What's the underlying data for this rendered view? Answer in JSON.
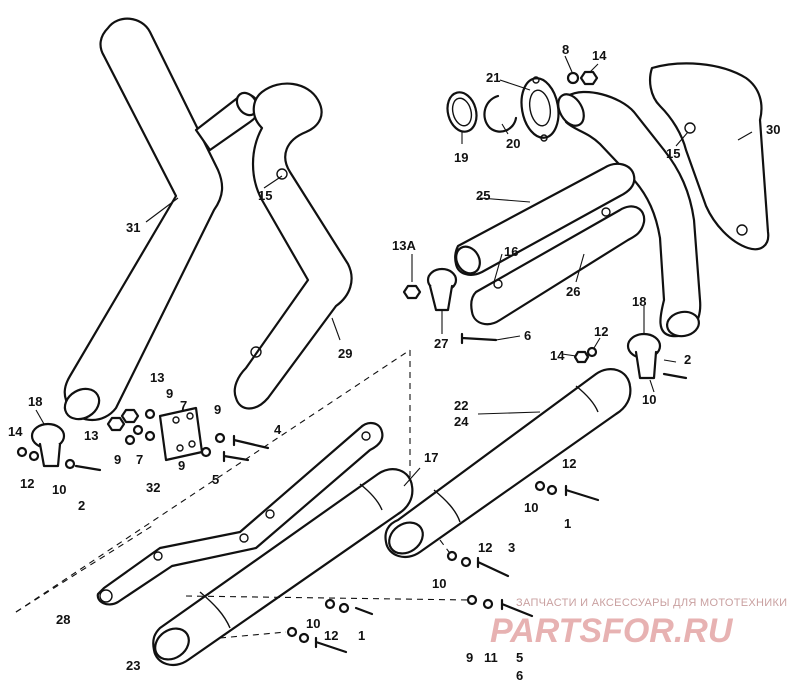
{
  "callouts": [
    {
      "id": "c31",
      "text": "31"
    },
    {
      "id": "c15a",
      "text": "15"
    },
    {
      "id": "c29",
      "text": "29"
    },
    {
      "id": "c8",
      "text": "8"
    },
    {
      "id": "c14a",
      "text": "14"
    },
    {
      "id": "c21",
      "text": "21"
    },
    {
      "id": "c19",
      "text": "19"
    },
    {
      "id": "c20",
      "text": "20"
    },
    {
      "id": "c30",
      "text": "30"
    },
    {
      "id": "c15b",
      "text": "15"
    },
    {
      "id": "c25",
      "text": "25"
    },
    {
      "id": "c13A",
      "text": "13A"
    },
    {
      "id": "c16",
      "text": "16"
    },
    {
      "id": "c26",
      "text": "26"
    },
    {
      "id": "c27",
      "text": "27"
    },
    {
      "id": "c6a",
      "text": "6"
    },
    {
      "id": "c18a",
      "text": "18"
    },
    {
      "id": "c12a",
      "text": "12"
    },
    {
      "id": "c14b",
      "text": "14"
    },
    {
      "id": "c2a",
      "text": "2"
    },
    {
      "id": "c10a",
      "text": "10"
    },
    {
      "id": "c13a",
      "text": "13"
    },
    {
      "id": "c9a",
      "text": "9"
    },
    {
      "id": "c7a",
      "text": "7"
    },
    {
      "id": "c13b",
      "text": "13"
    },
    {
      "id": "c9b",
      "text": "9"
    },
    {
      "id": "c7b",
      "text": "7"
    },
    {
      "id": "c18b",
      "text": "18"
    },
    {
      "id": "c14c",
      "text": "14"
    },
    {
      "id": "c12b",
      "text": "12"
    },
    {
      "id": "c10b",
      "text": "10"
    },
    {
      "id": "c2b",
      "text": "2"
    },
    {
      "id": "c32",
      "text": "32"
    },
    {
      "id": "c9c",
      "text": "9"
    },
    {
      "id": "c4",
      "text": "4"
    },
    {
      "id": "c9d",
      "text": "9"
    },
    {
      "id": "c5",
      "text": "5"
    },
    {
      "id": "c22",
      "text": "22"
    },
    {
      "id": "c24",
      "text": "24"
    },
    {
      "id": "c17",
      "text": "17"
    },
    {
      "id": "c12c",
      "text": "12"
    },
    {
      "id": "c10c",
      "text": "10"
    },
    {
      "id": "c1a",
      "text": "1"
    },
    {
      "id": "c12d",
      "text": "12"
    },
    {
      "id": "c3",
      "text": "3"
    },
    {
      "id": "c10d",
      "text": "10"
    },
    {
      "id": "c28",
      "text": "28"
    },
    {
      "id": "c10e",
      "text": "10"
    },
    {
      "id": "c12e",
      "text": "12"
    },
    {
      "id": "c1b",
      "text": "1"
    },
    {
      "id": "c9e",
      "text": "9"
    },
    {
      "id": "c11",
      "text": "11"
    },
    {
      "id": "c5b",
      "text": "5"
    },
    {
      "id": "c6b",
      "text": "6"
    },
    {
      "id": "c23",
      "text": "23"
    }
  ],
  "watermark": {
    "tagline": "ЗАПЧАСТИ И АКСЕССУАРЫ ДЛЯ МОТОТЕХНИКИ",
    "logo": "PARTSFOR.RU"
  },
  "colors": {
    "line": "#111111",
    "background": "#ffffff",
    "watermark": "#e7b2b2"
  }
}
